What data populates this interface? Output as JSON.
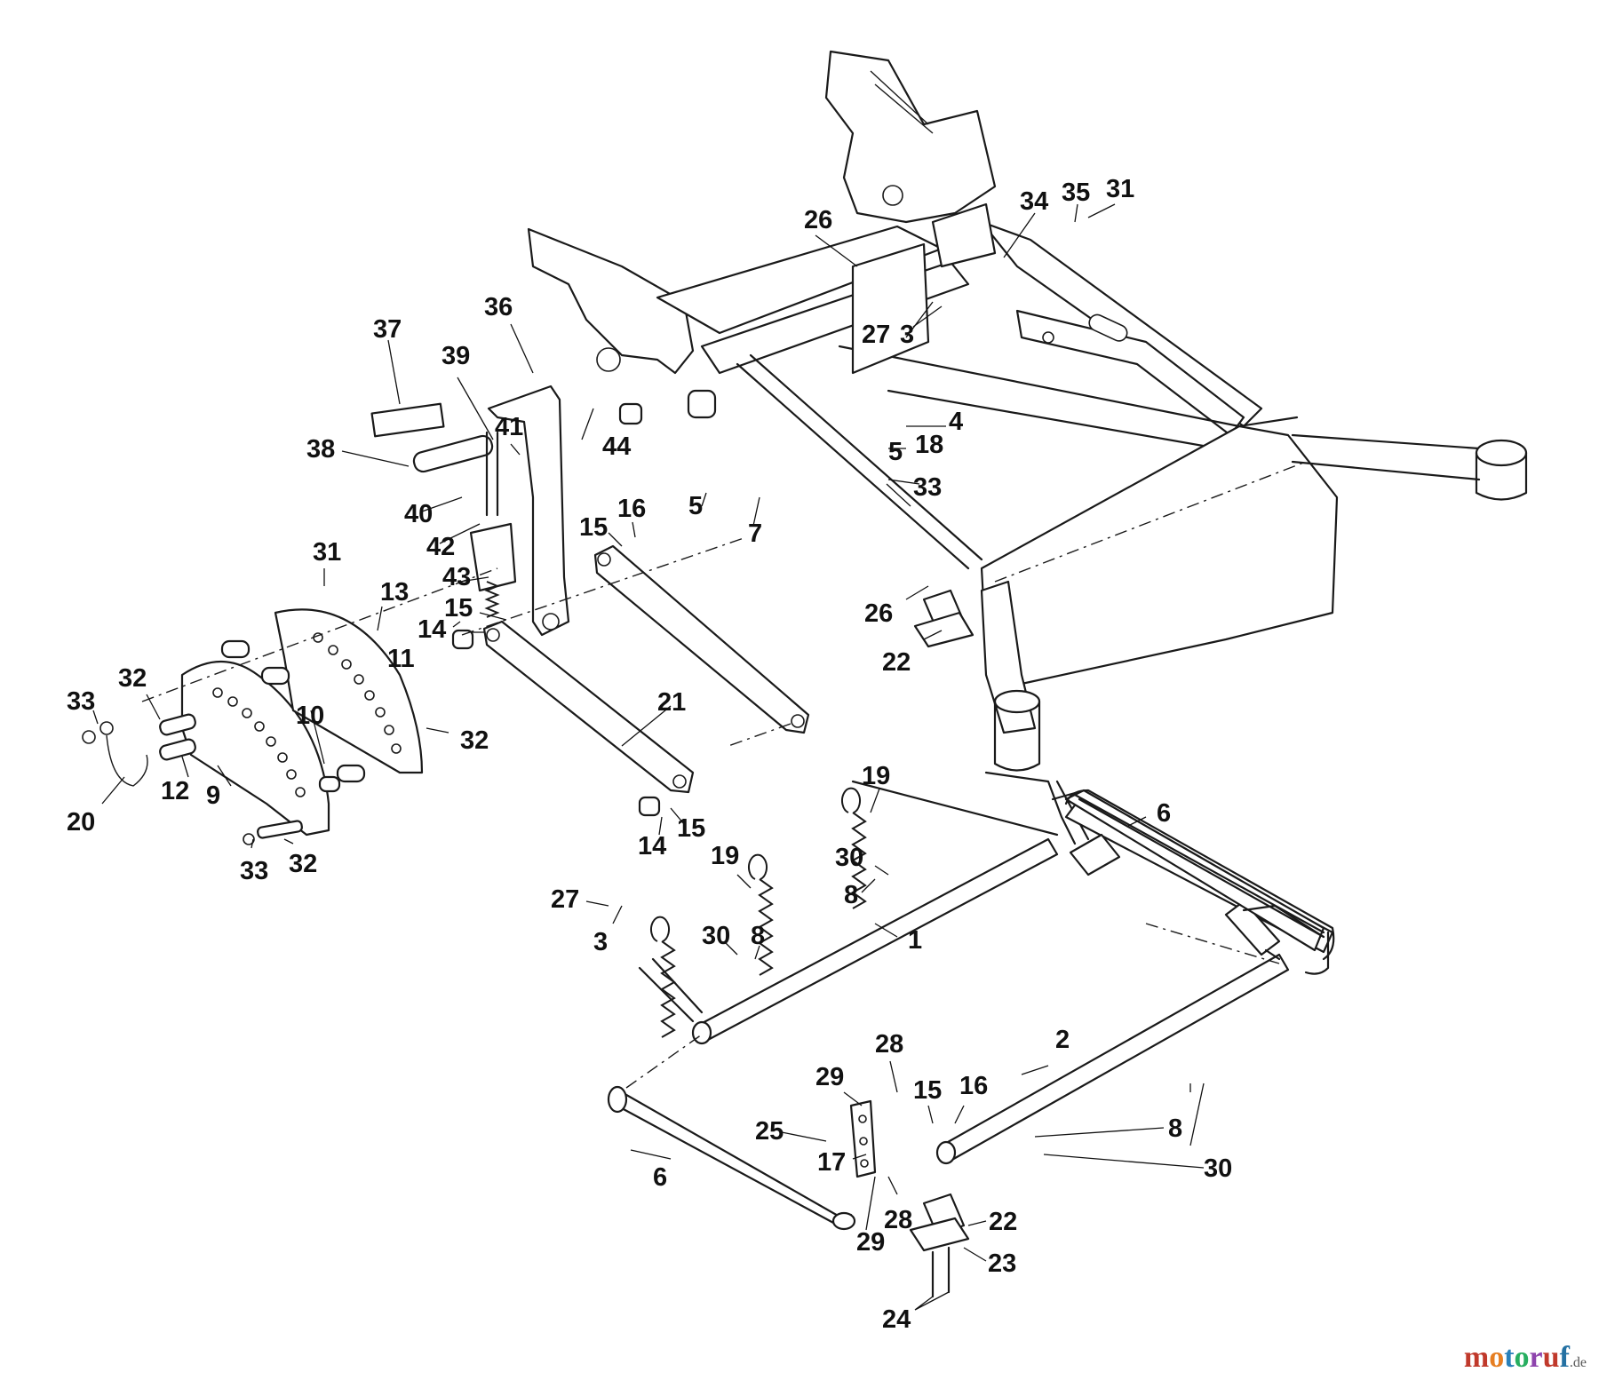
{
  "callouts": [
    {
      "id": "c26a",
      "text": "26"
    },
    {
      "id": "c34",
      "text": "34"
    },
    {
      "id": "c35",
      "text": "35"
    },
    {
      "id": "c31a",
      "text": "31"
    },
    {
      "id": "c27a",
      "text": "27"
    },
    {
      "id": "c3a",
      "text": "3"
    },
    {
      "id": "c4",
      "text": "4"
    },
    {
      "id": "c18",
      "text": "18"
    },
    {
      "id": "c5a",
      "text": "5"
    },
    {
      "id": "c33a",
      "text": "33"
    },
    {
      "id": "c37",
      "text": "37"
    },
    {
      "id": "c36",
      "text": "36"
    },
    {
      "id": "c39",
      "text": "39"
    },
    {
      "id": "c38",
      "text": "38"
    },
    {
      "id": "c41",
      "text": "41"
    },
    {
      "id": "c44",
      "text": "44"
    },
    {
      "id": "c40",
      "text": "40"
    },
    {
      "id": "c42",
      "text": "42"
    },
    {
      "id": "c43",
      "text": "43"
    },
    {
      "id": "c16a",
      "text": "16"
    },
    {
      "id": "c15a",
      "text": "15"
    },
    {
      "id": "c5b",
      "text": "5"
    },
    {
      "id": "c7",
      "text": "7"
    },
    {
      "id": "c31b",
      "text": "31"
    },
    {
      "id": "c13",
      "text": "13"
    },
    {
      "id": "c15b",
      "text": "15"
    },
    {
      "id": "c14a",
      "text": "14"
    },
    {
      "id": "c11",
      "text": "11"
    },
    {
      "id": "c26b",
      "text": "26"
    },
    {
      "id": "c22a",
      "text": "22"
    },
    {
      "id": "c33b",
      "text": "33"
    },
    {
      "id": "c32a",
      "text": "32"
    },
    {
      "id": "c10",
      "text": "10"
    },
    {
      "id": "c32b",
      "text": "32"
    },
    {
      "id": "c21",
      "text": "21"
    },
    {
      "id": "c12",
      "text": "12"
    },
    {
      "id": "c9",
      "text": "9"
    },
    {
      "id": "c20",
      "text": "20"
    },
    {
      "id": "c19a",
      "text": "19"
    },
    {
      "id": "c6a",
      "text": "6"
    },
    {
      "id": "c14b",
      "text": "14"
    },
    {
      "id": "c15c",
      "text": "15"
    },
    {
      "id": "c33c",
      "text": "33"
    },
    {
      "id": "c32c",
      "text": "32"
    },
    {
      "id": "c19b",
      "text": "19"
    },
    {
      "id": "c30a",
      "text": "30"
    },
    {
      "id": "c8a",
      "text": "8"
    },
    {
      "id": "c27b",
      "text": "27"
    },
    {
      "id": "c3b",
      "text": "3"
    },
    {
      "id": "c30b",
      "text": "30"
    },
    {
      "id": "c8b",
      "text": "8"
    },
    {
      "id": "c1",
      "text": "1"
    },
    {
      "id": "c28a",
      "text": "28"
    },
    {
      "id": "c2",
      "text": "2"
    },
    {
      "id": "c29a",
      "text": "29"
    },
    {
      "id": "c15d",
      "text": "15"
    },
    {
      "id": "c16b",
      "text": "16"
    },
    {
      "id": "c25",
      "text": "25"
    },
    {
      "id": "c8c",
      "text": "8"
    },
    {
      "id": "c17",
      "text": "17"
    },
    {
      "id": "c6b",
      "text": "6"
    },
    {
      "id": "c30c",
      "text": "30"
    },
    {
      "id": "c28b",
      "text": "28"
    },
    {
      "id": "c22b",
      "text": "22"
    },
    {
      "id": "c29b",
      "text": "29"
    },
    {
      "id": "c23",
      "text": "23"
    },
    {
      "id": "c24",
      "text": "24"
    }
  ],
  "watermark": {
    "letters": [
      {
        "ch": "m",
        "color": "#c0392b"
      },
      {
        "ch": "o",
        "color": "#e67e22"
      },
      {
        "ch": "t",
        "color": "#2980b9"
      },
      {
        "ch": "o",
        "color": "#27ae60"
      },
      {
        "ch": "r",
        "color": "#8e44ad"
      },
      {
        "ch": "u",
        "color": "#c0392b"
      },
      {
        "ch": "f",
        "color": "#2471a3"
      }
    ],
    "tld": ".de",
    "tld_color": "#555555"
  }
}
